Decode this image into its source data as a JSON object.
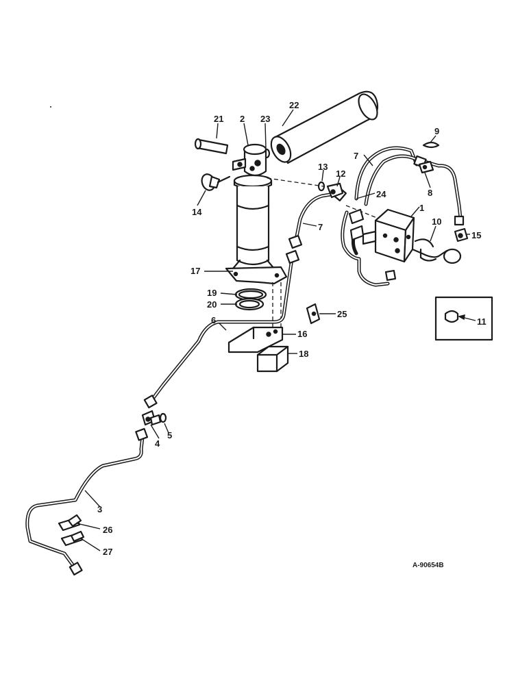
{
  "drawing_ref": "A-90654B",
  "callouts": {
    "c1": "1",
    "c2": "2",
    "c3": "3",
    "c4": "4",
    "c5": "5",
    "c6": "6",
    "c7a": "7",
    "c7b": "7",
    "c8": "8",
    "c9": "9",
    "c10": "10",
    "c11": "11",
    "c12": "12",
    "c13": "13",
    "c14": "14",
    "c15": "15",
    "c16": "16",
    "c17": "17",
    "c18": "18",
    "c19": "19",
    "c20": "20",
    "c21": "21",
    "c22": "22",
    "c23": "23",
    "c24": "24",
    "c25": "25",
    "c26": "26",
    "c27": "27"
  }
}
